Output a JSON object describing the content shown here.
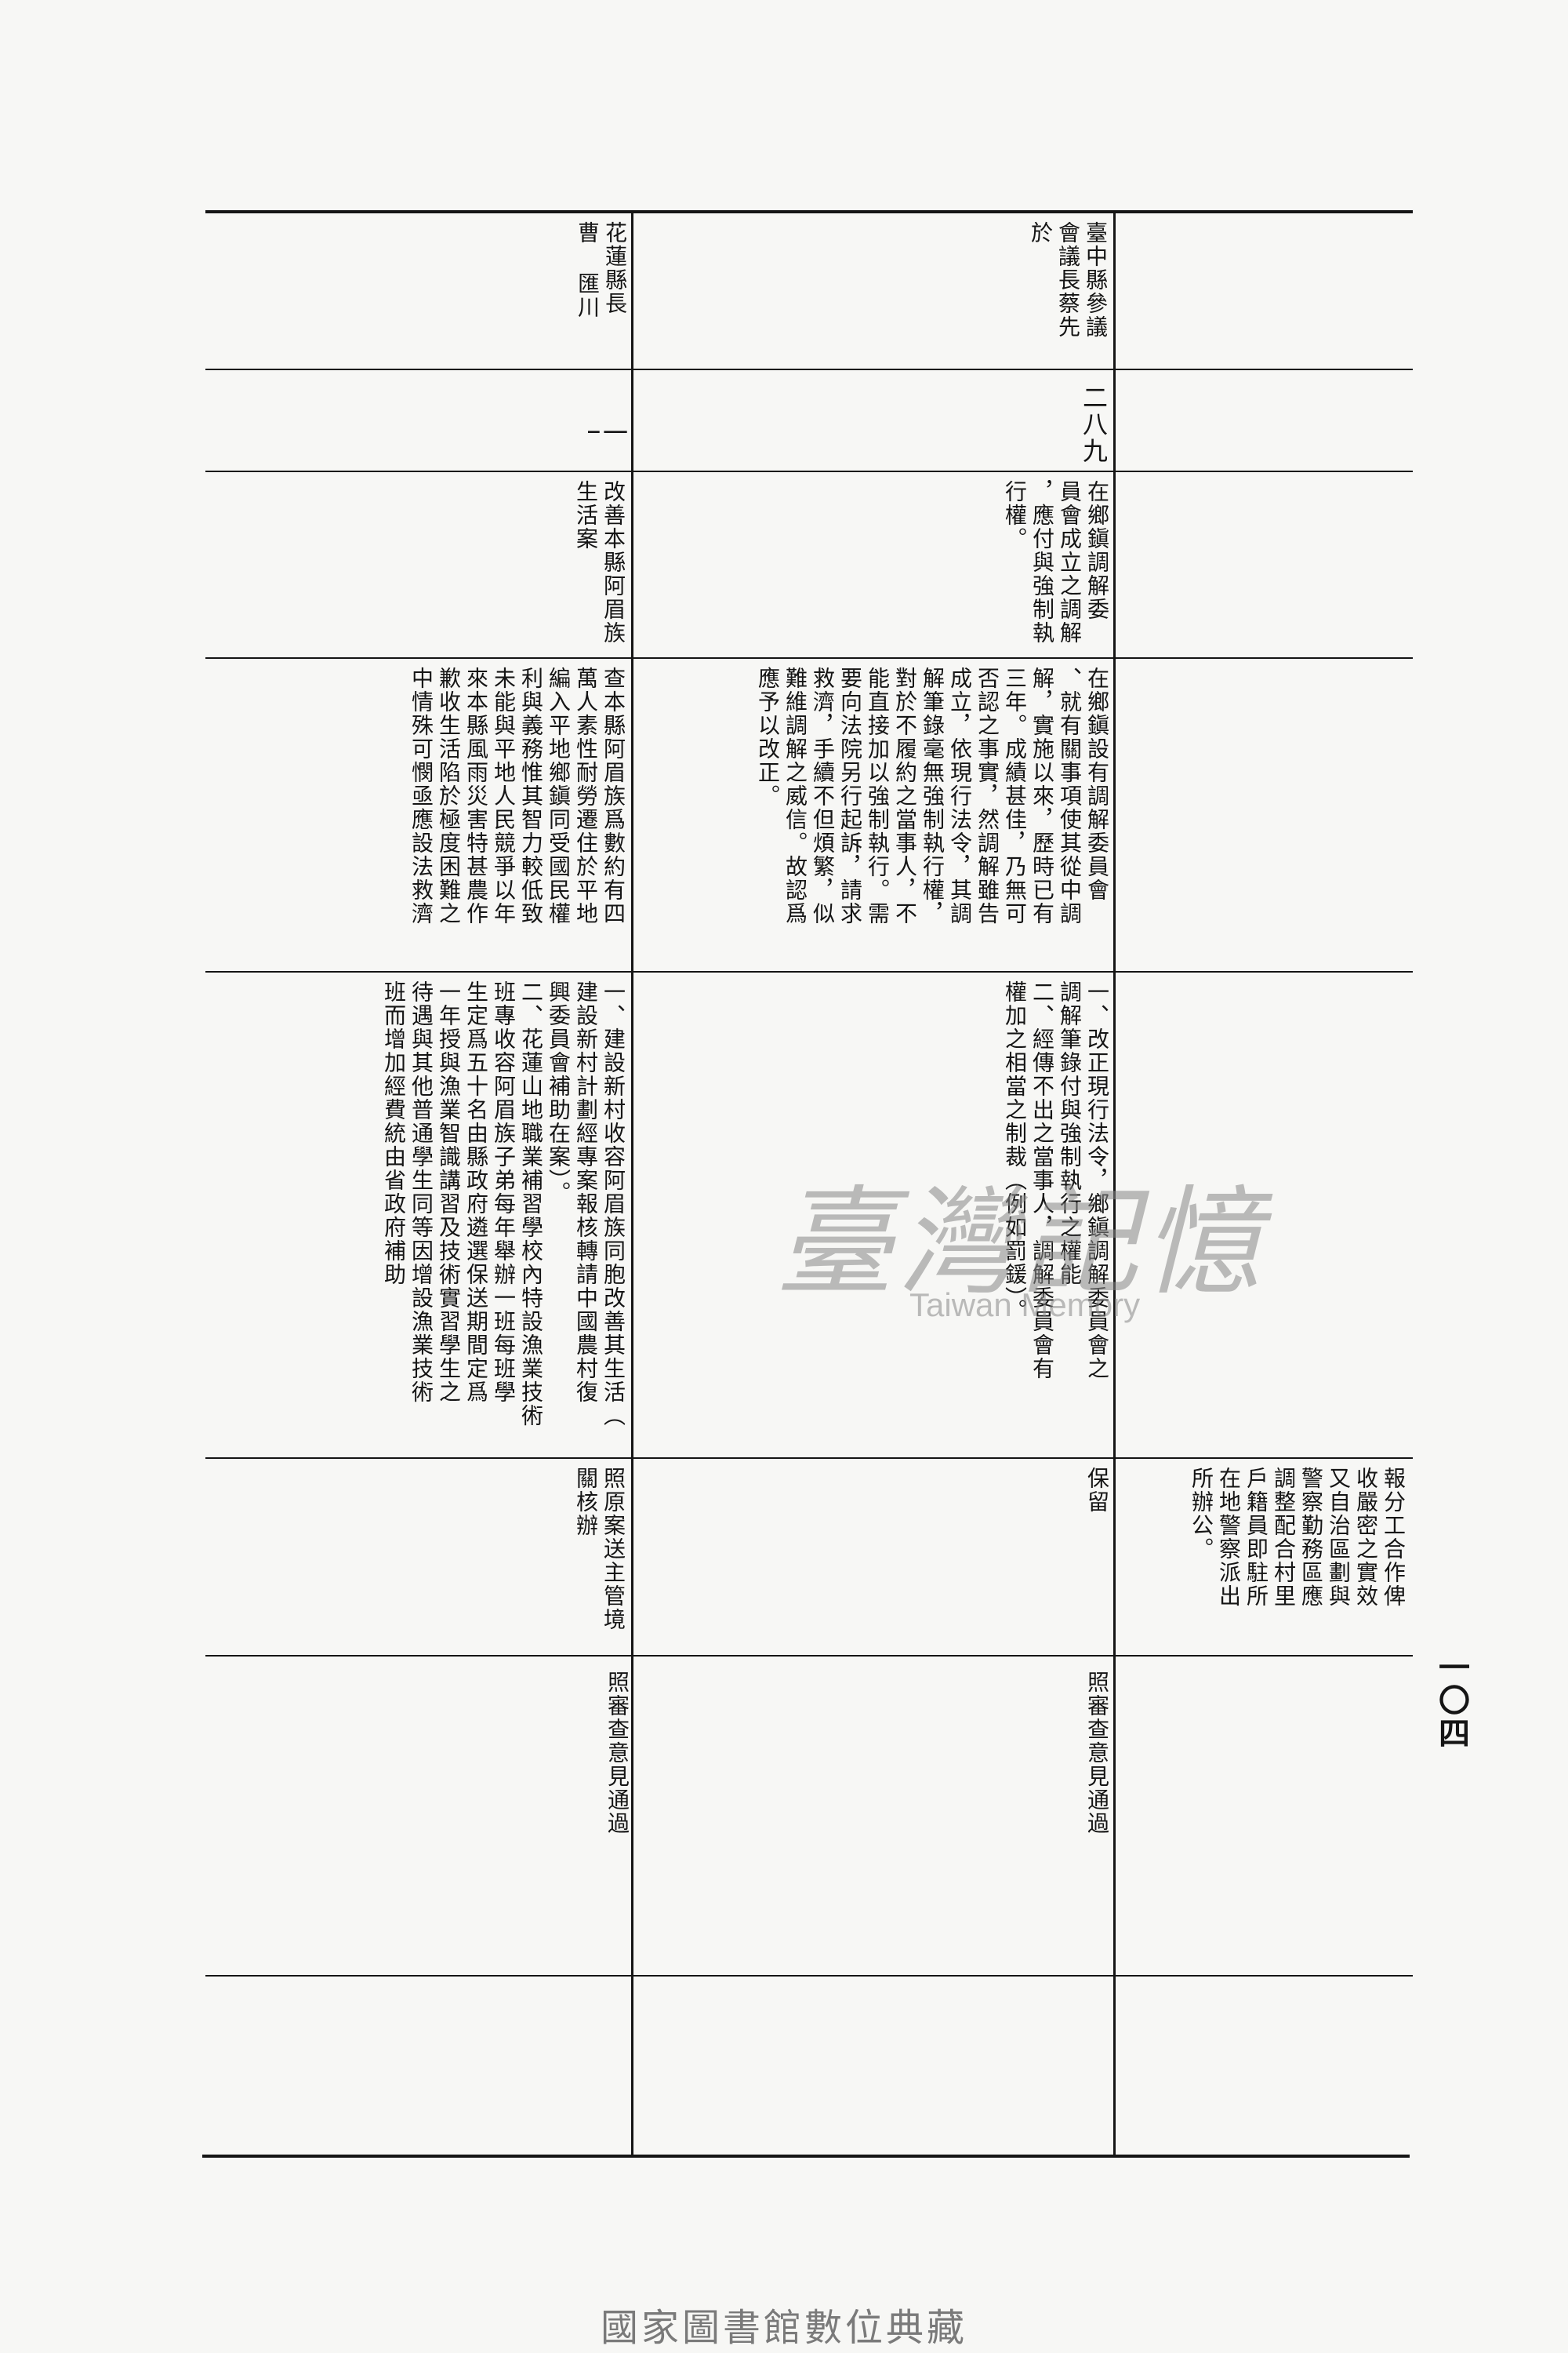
{
  "page_number": "一〇四",
  "columns": [
    {
      "proposer": "花蓮縣長\n曹 匯川",
      "number": "一一",
      "subject": "改善本縣阿眉族\n生活案",
      "reason": "查本縣阿眉族爲數約有四\n萬人素性耐勞遷住於平地\n編入平地鄉鎭同受國民權\n利與義務惟其智力較低致\n未能與平地人民競爭以年\n來本縣風雨災害特甚農作\n歉收生活陷於極度困難之\n中情殊可憫亟應設法救濟",
      "method": "一、建設新村收容阿眉族同胞改善其生活（\n建設新村計劃經專案報核轉請中國農村復\n興委員會補助在案）。\n二、花蓮山地職業補習學校內特設漁業技術\n班專收容阿眉族子弟每年舉辦一班每班學\n生定爲五十名由縣政府遴選保送期間定爲\n一年授與漁業智識講習及技術實習學生之\n待遇與其他普通學生同等因增設漁業技術\n班而增加經費統由省政府補助",
      "review": "照原案送主管境\n關核辦",
      "resolution": "照審查意見通過"
    },
    {
      "proposer": "臺中縣參議\n會議長蔡先\n於",
      "number": "二八九",
      "subject": "在鄉鎭調解委\n員會成立之調解\n，應付與強制執\n行權。",
      "reason": "在鄉鎭設有調解委員會\n、就有關事項使其從中調\n解，實施以來，歷時已有\n三年。成績甚佳，乃無可\n否認之事實，然調解雖告\n成立，依現行法令，其調\n解筆錄毫無強制執行權，\n對於不履約之當事人，不\n能直接加以強制執行。需\n要向法院另行起訴，請求\n救濟，手續不但煩繁，似\n難維調解之威信。故認爲\n應予以改正。",
      "method": "一、改正現行法令，鄉鎭調解委員會之\n調解筆錄付與強制執行之權能\n二、經傳不出之當事人，調解委員會有\n權加之相當之制裁（例如罰鍰）。",
      "review": "保留",
      "resolution": "照審查意見通過"
    },
    {
      "proposer": "",
      "number": "",
      "subject": "",
      "reason": "",
      "method": "",
      "review": "報分工合作俾\n收嚴密之實效\n又自治區劃與\n警察勤務區應\n調整配合村里\n戶籍員即駐所\n在地警察派出\n所辦公。",
      "resolution": ""
    }
  ],
  "watermark": {
    "zh": "臺灣記憶",
    "en": "Taiwan Memory"
  },
  "footer": "國家圖書館數位典藏"
}
